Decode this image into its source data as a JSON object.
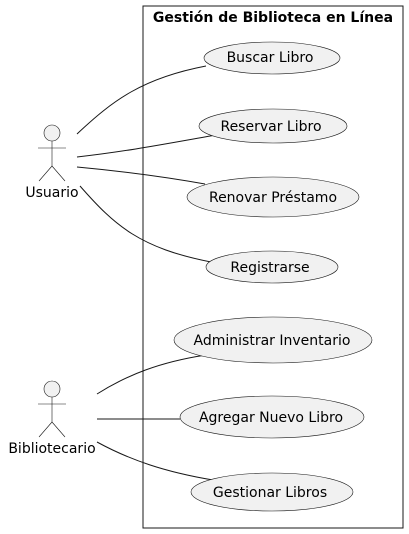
{
  "system": {
    "title": "Gestión de Biblioteca en Línea"
  },
  "actors": [
    {
      "id": "usuario",
      "label": "Usuario"
    },
    {
      "id": "bibliotecario",
      "label": "Bibliotecario"
    }
  ],
  "use_cases": [
    {
      "id": "buscar",
      "label": "Buscar Libro"
    },
    {
      "id": "reservar",
      "label": "Reservar Libro"
    },
    {
      "id": "renovar",
      "label": "Renovar Préstamo"
    },
    {
      "id": "registrarse",
      "label": "Registrarse"
    },
    {
      "id": "administrar",
      "label": "Administrar Inventario"
    },
    {
      "id": "agregar",
      "label": "Agregar Nuevo Libro"
    },
    {
      "id": "gestionar",
      "label": "Gestionar Libros"
    }
  ],
  "associations": [
    {
      "from": "usuario",
      "to": "buscar"
    },
    {
      "from": "usuario",
      "to": "reservar"
    },
    {
      "from": "usuario",
      "to": "renovar"
    },
    {
      "from": "usuario",
      "to": "registrarse"
    },
    {
      "from": "bibliotecario",
      "to": "administrar"
    },
    {
      "from": "bibliotecario",
      "to": "agregar"
    },
    {
      "from": "bibliotecario",
      "to": "gestionar"
    }
  ]
}
